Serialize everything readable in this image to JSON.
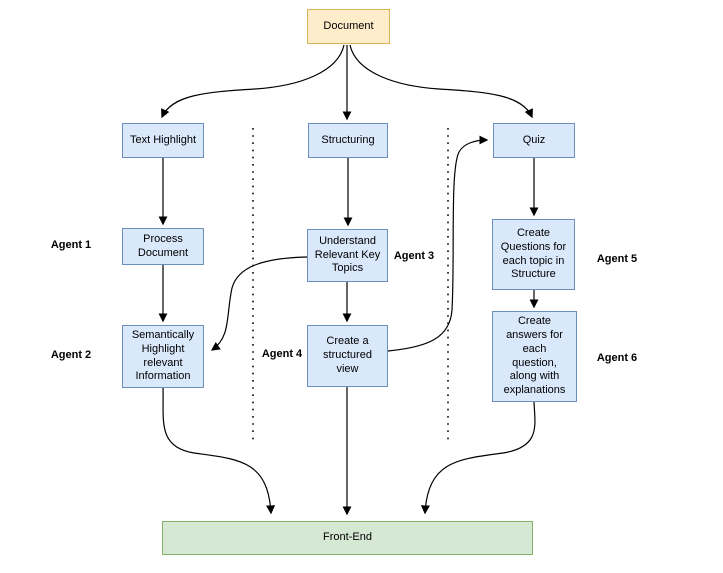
{
  "nodes": {
    "document": "Document",
    "text_highlight": "Text Highlight",
    "process_document": "Process Document",
    "semantic_highlight": "Semantically Highlight relevant Information",
    "structuring": "Structuring",
    "understand_topics": "Understand Relevant Key Topics",
    "structured_view": "Create a structured view",
    "quiz": "Quiz",
    "create_questions": "Create Questions for each topic in Structure",
    "create_answers": "Create answers for each question, along with explanations",
    "front_end": "Front-End"
  },
  "agents": {
    "agent1": "Agent 1",
    "agent2": "Agent 2",
    "agent3": "Agent 3",
    "agent4": "Agent 4",
    "agent5": "Agent 5",
    "agent6": "Agent 6"
  },
  "colors": {
    "process_fill": "#dae8fc",
    "process_border": "#6c8ebf",
    "document_fill": "#ffeccb",
    "document_border": "#d6b656",
    "frontend_fill": "#d5e8d4",
    "frontend_border": "#82b366",
    "connector": "#000000"
  },
  "edges": [
    {
      "from": "document",
      "to": "text_highlight",
      "style": "curved-arrow"
    },
    {
      "from": "document",
      "to": "structuring",
      "style": "straight-arrow"
    },
    {
      "from": "document",
      "to": "quiz",
      "style": "curved-arrow"
    },
    {
      "from": "text_highlight",
      "to": "process_document",
      "style": "straight-arrow"
    },
    {
      "from": "process_document",
      "to": "semantic_highlight",
      "style": "straight-arrow"
    },
    {
      "from": "structuring",
      "to": "understand_topics",
      "style": "straight-arrow"
    },
    {
      "from": "understand_topics",
      "to": "structured_view",
      "style": "straight-arrow"
    },
    {
      "from": "understand_topics",
      "to": "semantic_highlight",
      "style": "curved-arrow"
    },
    {
      "from": "quiz",
      "to": "create_questions",
      "style": "straight-arrow"
    },
    {
      "from": "create_questions",
      "to": "create_answers",
      "style": "straight-arrow"
    },
    {
      "from": "structured_view",
      "to": "quiz",
      "style": "curved-arrow"
    },
    {
      "from": "semantic_highlight",
      "to": "front_end",
      "style": "curved-arrow"
    },
    {
      "from": "structured_view",
      "to": "front_end",
      "style": "straight-arrow"
    },
    {
      "from": "create_answers",
      "to": "front_end",
      "style": "curved-arrow"
    }
  ],
  "separators": [
    {
      "name": "dotted-divider-left"
    },
    {
      "name": "dotted-divider-right"
    }
  ]
}
